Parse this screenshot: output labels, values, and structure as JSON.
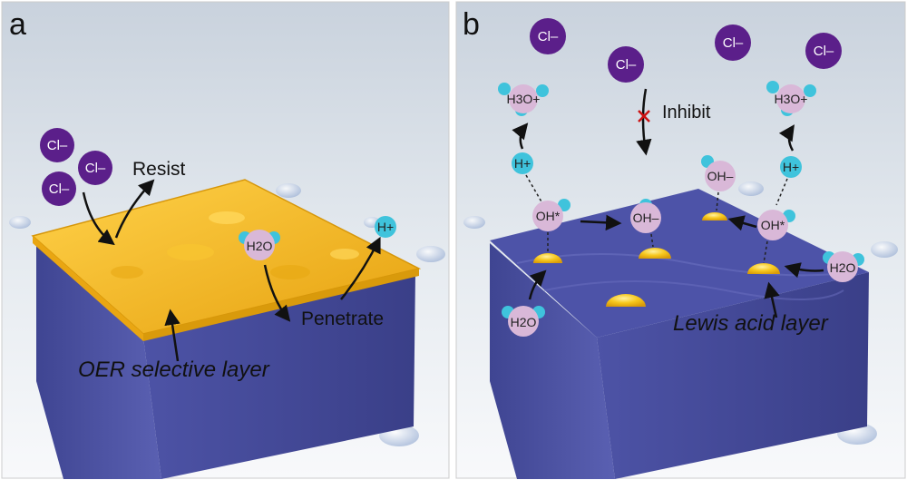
{
  "panels": [
    {
      "letter": "a",
      "labels": {
        "resist": "Resist",
        "penetrate": "Penetrate",
        "layer": "OER selective layer"
      },
      "species": {
        "chloride": "Cl–",
        "water": "H2O",
        "proton": "H+"
      }
    },
    {
      "letter": "b",
      "labels": {
        "inhibit": "Inhibit",
        "layer": "Lewis acid layer"
      },
      "species": {
        "chloride": "Cl–",
        "hydronium": "H3O+",
        "proton": "H+",
        "oh_ads": "OH*",
        "hydroxide": "OH–",
        "water": "H2O"
      }
    }
  ],
  "colors": {
    "chloride": "#5b1f8a",
    "selective_layer": "#f2b51c",
    "electrode": "#4a4fa0",
    "water_blue": "#3fc3dc",
    "water_pink": "#d9b8d8",
    "inhibit_mark": "#cc1111"
  }
}
